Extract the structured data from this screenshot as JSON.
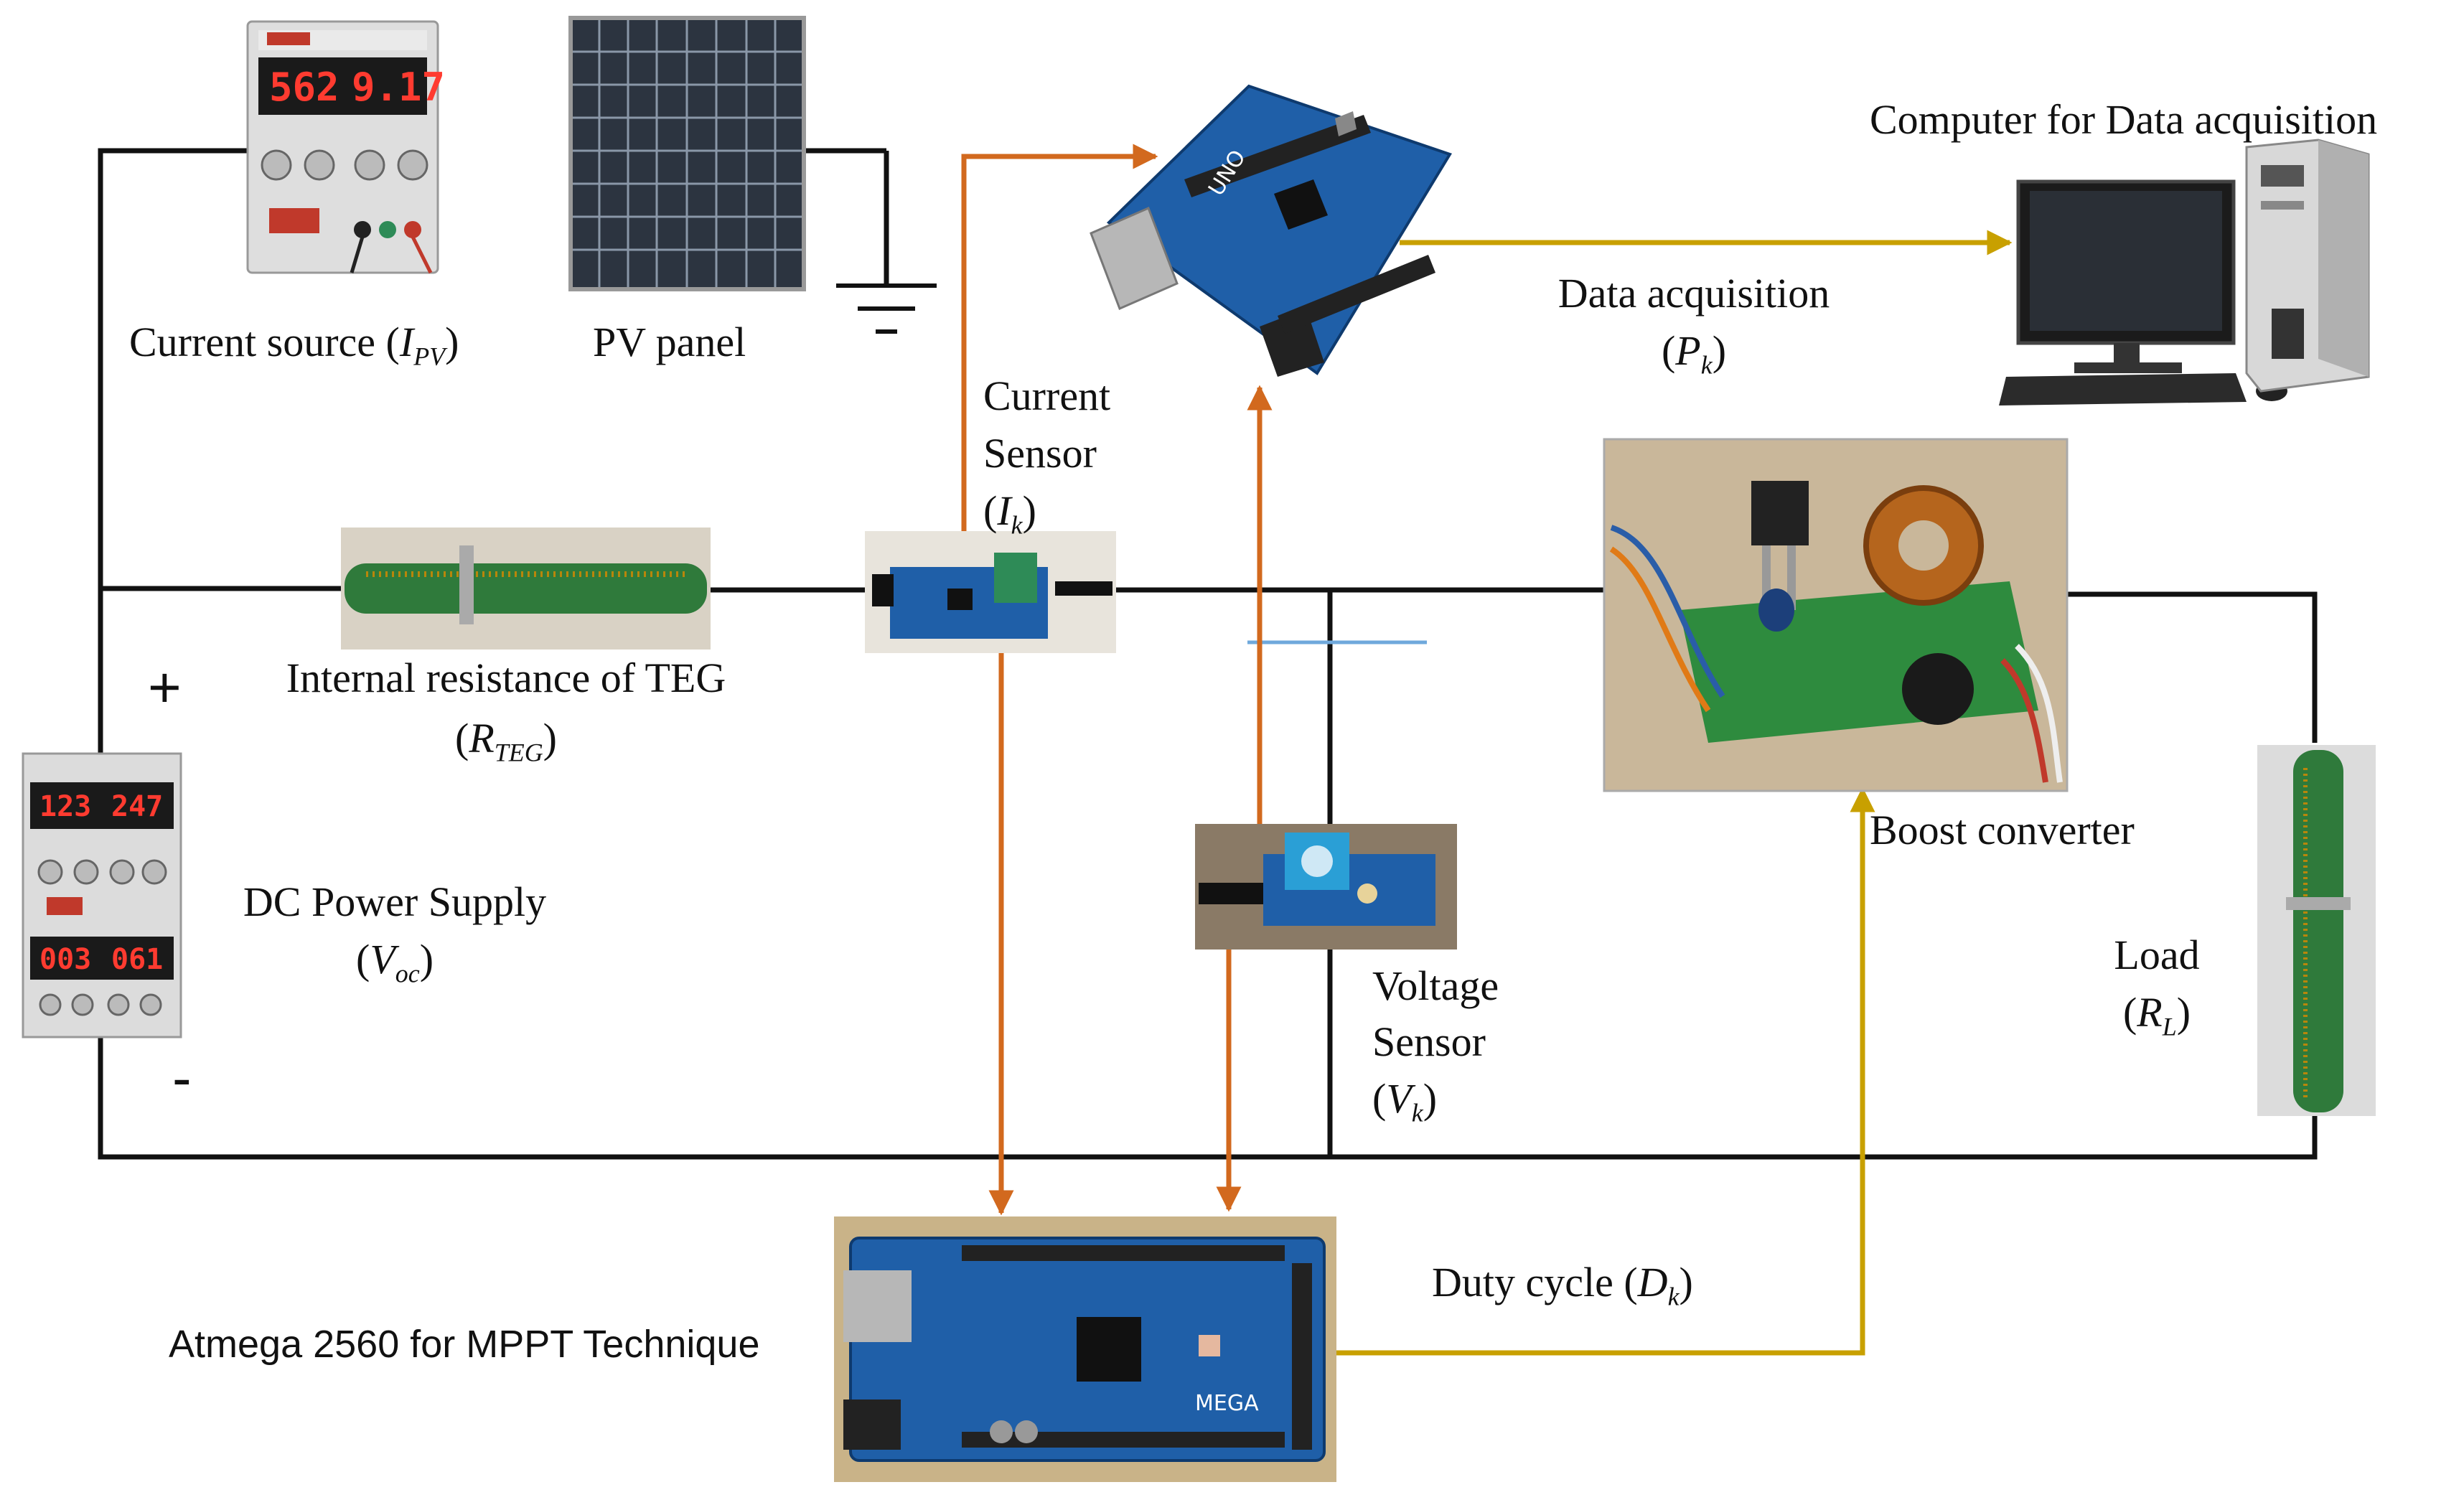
{
  "labels": {
    "current_source": {
      "text": "Current source (",
      "sym": "I",
      "sub": "PV",
      "close": ")"
    },
    "pv_panel": "PV panel",
    "computer": "Computer for Data acquisition",
    "data_acq": {
      "line1": "Data acquisition",
      "sym": "P",
      "sub": "k"
    },
    "current_sensor": {
      "line1": "Current",
      "line2": "Sensor",
      "sym": "I",
      "sub": "k"
    },
    "internal_resistance": {
      "line1": "Internal resistance of TEG",
      "sym": "R",
      "sub": "TEG"
    },
    "dc_supply": {
      "line1": "DC Power Supply",
      "sym": "V",
      "sub": "oc"
    },
    "boost": "Boost converter",
    "voltage_sensor": {
      "line1": "Voltage",
      "line2": "Sensor",
      "sym": "V",
      "sub": "k"
    },
    "load": {
      "line1": "Load",
      "sym": "R",
      "sub": "L"
    },
    "duty": {
      "text": "Duty cycle (",
      "sym": "D",
      "sub": "k",
      "close": ")"
    },
    "atmega": "Atmega 2560 for MPPT Technique",
    "plus": "+",
    "minus": "-"
  },
  "displays": {
    "current_source_readout": [
      "562",
      "9.17"
    ],
    "dc_supply_readout_top": [
      "123",
      "247"
    ],
    "dc_supply_readout_bottom": [
      "003",
      "061"
    ],
    "uno_label": "UNO",
    "mega_label": "MEGA"
  },
  "colors": {
    "wire": "#111111",
    "sensor_arrow": "#d2691e",
    "data_arrow": "#c8a000",
    "blue_line": "#6fa8dc"
  }
}
